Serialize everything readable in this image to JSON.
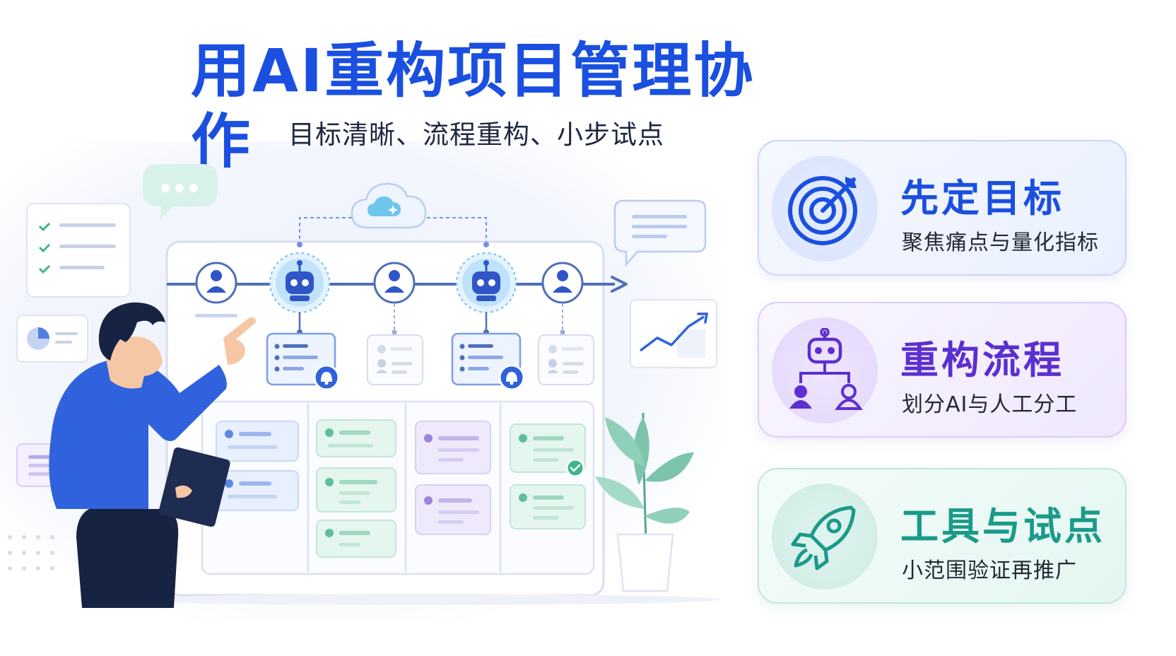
{
  "header": {
    "title": "用AI重构项目管理协作",
    "subtitle": "目标清晰、流程重构、小步试点"
  },
  "cards": [
    {
      "title": "先定目标",
      "desc": "聚焦痛点与量化指标",
      "icon": "target-icon",
      "color": "#1a4fe0"
    },
    {
      "title": "重构流程",
      "desc": "划分AI与人工分工",
      "icon": "robot-org-icon",
      "color": "#5b2fd0"
    },
    {
      "title": "工具与试点",
      "desc": "小范围验证再推广",
      "icon": "rocket-icon",
      "color": "#1a9a8a"
    }
  ],
  "colors": {
    "accent": "#1a4fe0",
    "purple": "#5b2fd0",
    "teal": "#1a9a8a"
  }
}
